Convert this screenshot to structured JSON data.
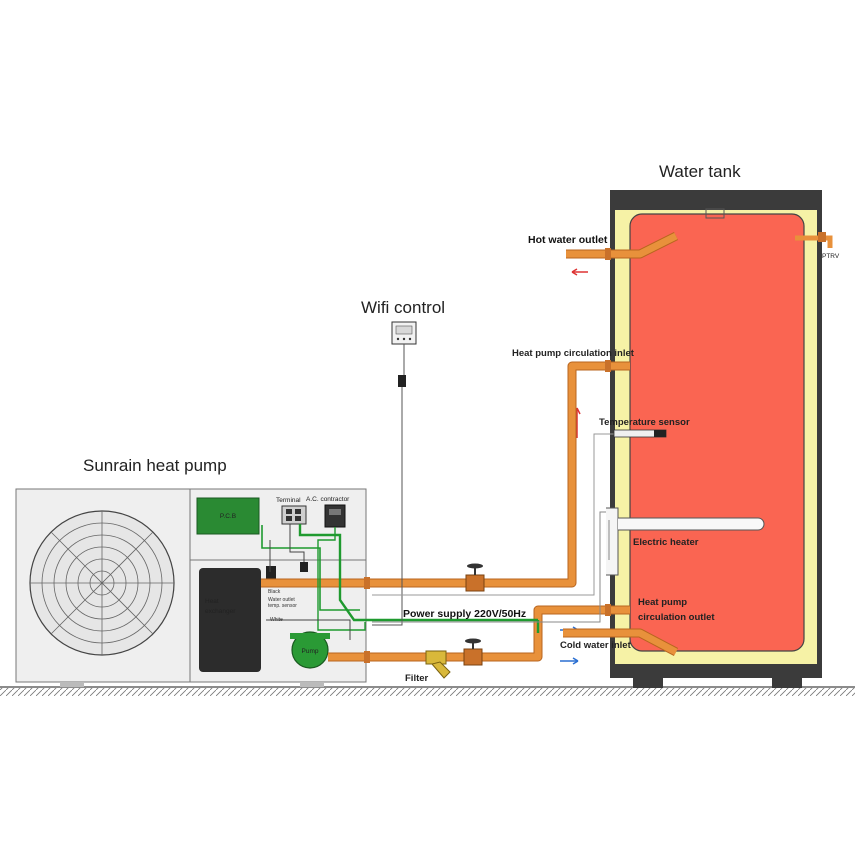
{
  "labels": {
    "water_tank": "Water tank",
    "heat_pump": "Sunrain heat pump",
    "wifi_control": "Wifi control",
    "hot_water_outlet": "Hot water outlet",
    "ptrv": "PTRV",
    "hp_circulation_inlet": "Heat pump circulation inlet",
    "temperature_sensor": "Temperature sensor",
    "electric_heater": "Electric heater",
    "power_supply": "Power supply 220V/50Hz",
    "hp_circulation_outlet_1": "Heat pump",
    "hp_circulation_outlet_2": "circulation outlet",
    "cold_water_inlet": "Cold water inlet",
    "filter": "Filter",
    "pcb": "P.C.B",
    "terminal": "Terminal",
    "ac_contractor": "A.C. contractor",
    "pump": "Pump",
    "heat_exchanger_1": "Heat",
    "heat_exchanger_2": "exchanger",
    "black": "Black",
    "white": "White",
    "water_outlet": "Water outlet",
    "water_outlet_sub": "temp. sensor"
  },
  "colors": {
    "pipe": "#e8913b",
    "pipe_edge": "#b8651f",
    "tank_fill": "#fa6552",
    "tank_insulation": "#f6f2a6",
    "wire_green": "#1f9a2f",
    "unit_body": "#efefef",
    "hose_grey": "#8a8a8a"
  }
}
